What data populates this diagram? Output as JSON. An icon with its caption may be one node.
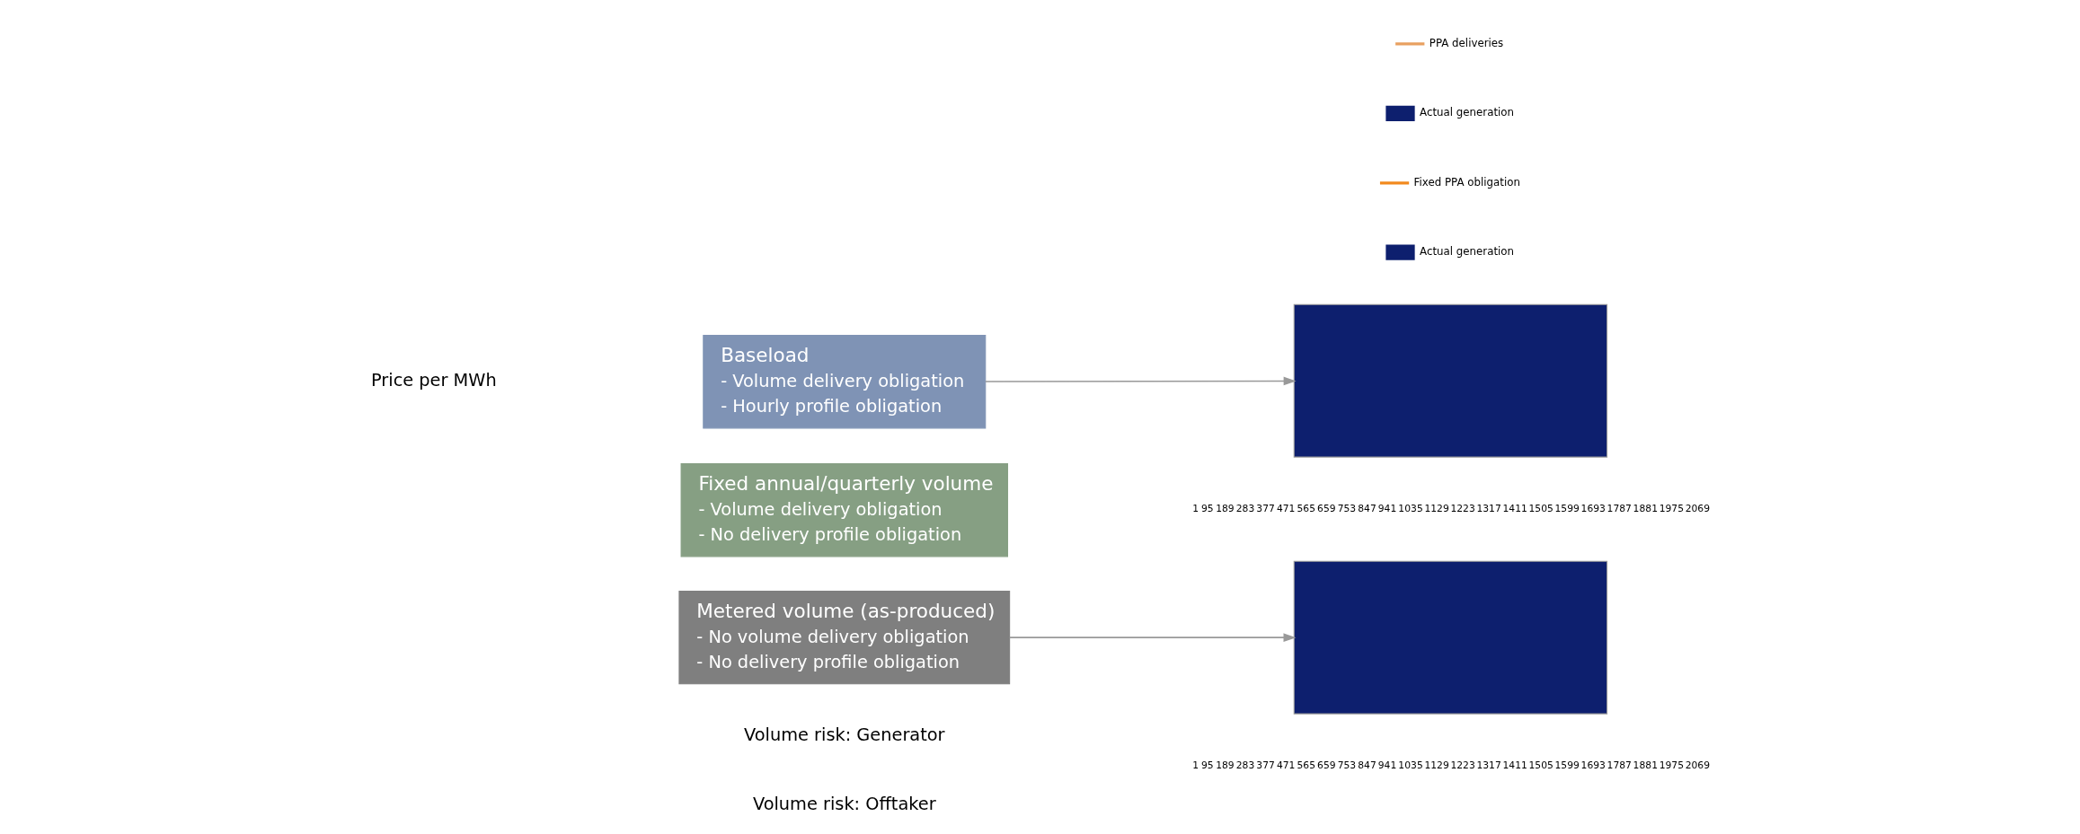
{
  "diagram": {
    "nodes": [
      {
        "text": [
          "Baseload",
          "- Volume delivery obligation",
          "- Hourly profile obligation"
        ]
      },
      {
        "text": [
          "Fixed annual/quarterly volume",
          "- Volume delivery obligation",
          "- No delivery profile obligation"
        ]
      },
      {
        "text": [
          "Metered volume (as-produced)",
          "- No volume delivery obligation",
          "- No delivery profile obligation"
        ]
      },
      {
        "text": [],
        "shape": "box",
        "beside": [
          "1",
          "95",
          "189",
          "283",
          "377",
          "471",
          "565",
          "659",
          "753",
          "847",
          "941",
          "1035",
          "1129",
          "1223",
          "1317",
          "1411",
          "1505",
          "1599",
          "1693",
          "1787",
          "1881",
          "1975",
          "2069"
        ]
      },
      {
        "text": [],
        "shape": "box",
        "beside": [
          "1",
          "95",
          "189",
          "283",
          "377",
          "471",
          "565",
          "659",
          "753",
          "847",
          "941",
          "1035",
          "1129",
          "1223",
          "1317",
          "1411",
          "1505",
          "1599",
          "1693",
          "1787",
          "1881",
          "1975",
          "2069"
        ]
      }
    ],
    "edges": [
      {
        "from": 0,
        "to": 3,
        "arrow": "to"
      },
      {
        "from": 2,
        "to": 4,
        "arrow": "to"
      }
    ],
    "labels": [
      "Price per MWh",
      "Volume risk: Offtaker",
      "Volume risk: Generator"
    ],
    "legend": [
      {
        "text": "Actual generation",
        "color": "#0d1f6e"
      },
      {
        "text": "Fixed PPA obligation"
      },
      {
        "text": "Actual generation",
        "color": "#0d1f6e"
      },
      {
        "text": "PPA deliveries"
      }
    ]
  }
}
